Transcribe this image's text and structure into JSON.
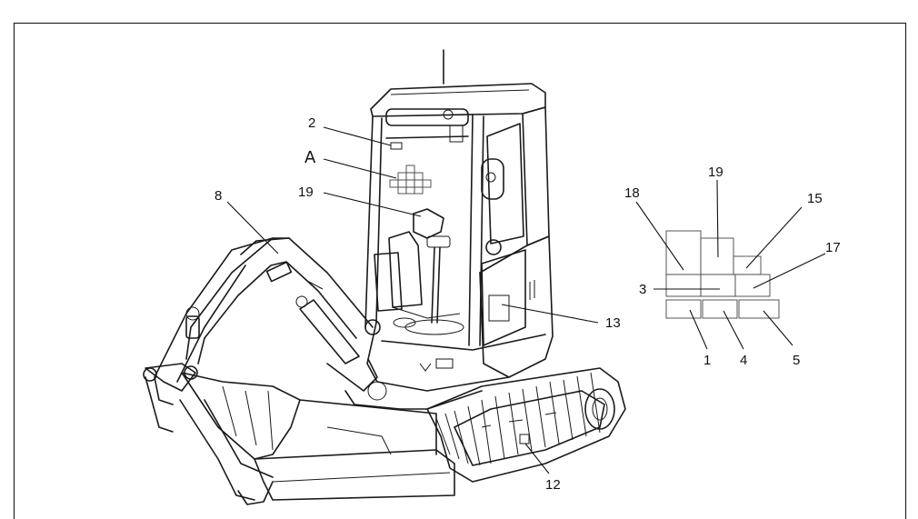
{
  "callouts": {
    "c2": "2",
    "cA": "A",
    "c8": "8",
    "c19": "19",
    "c13": "13",
    "c12": "12",
    "d18": "18",
    "d19": "19",
    "d15": "15",
    "d17": "17",
    "d3": "3",
    "d1": "1",
    "d4": "4",
    "d5": "5"
  }
}
